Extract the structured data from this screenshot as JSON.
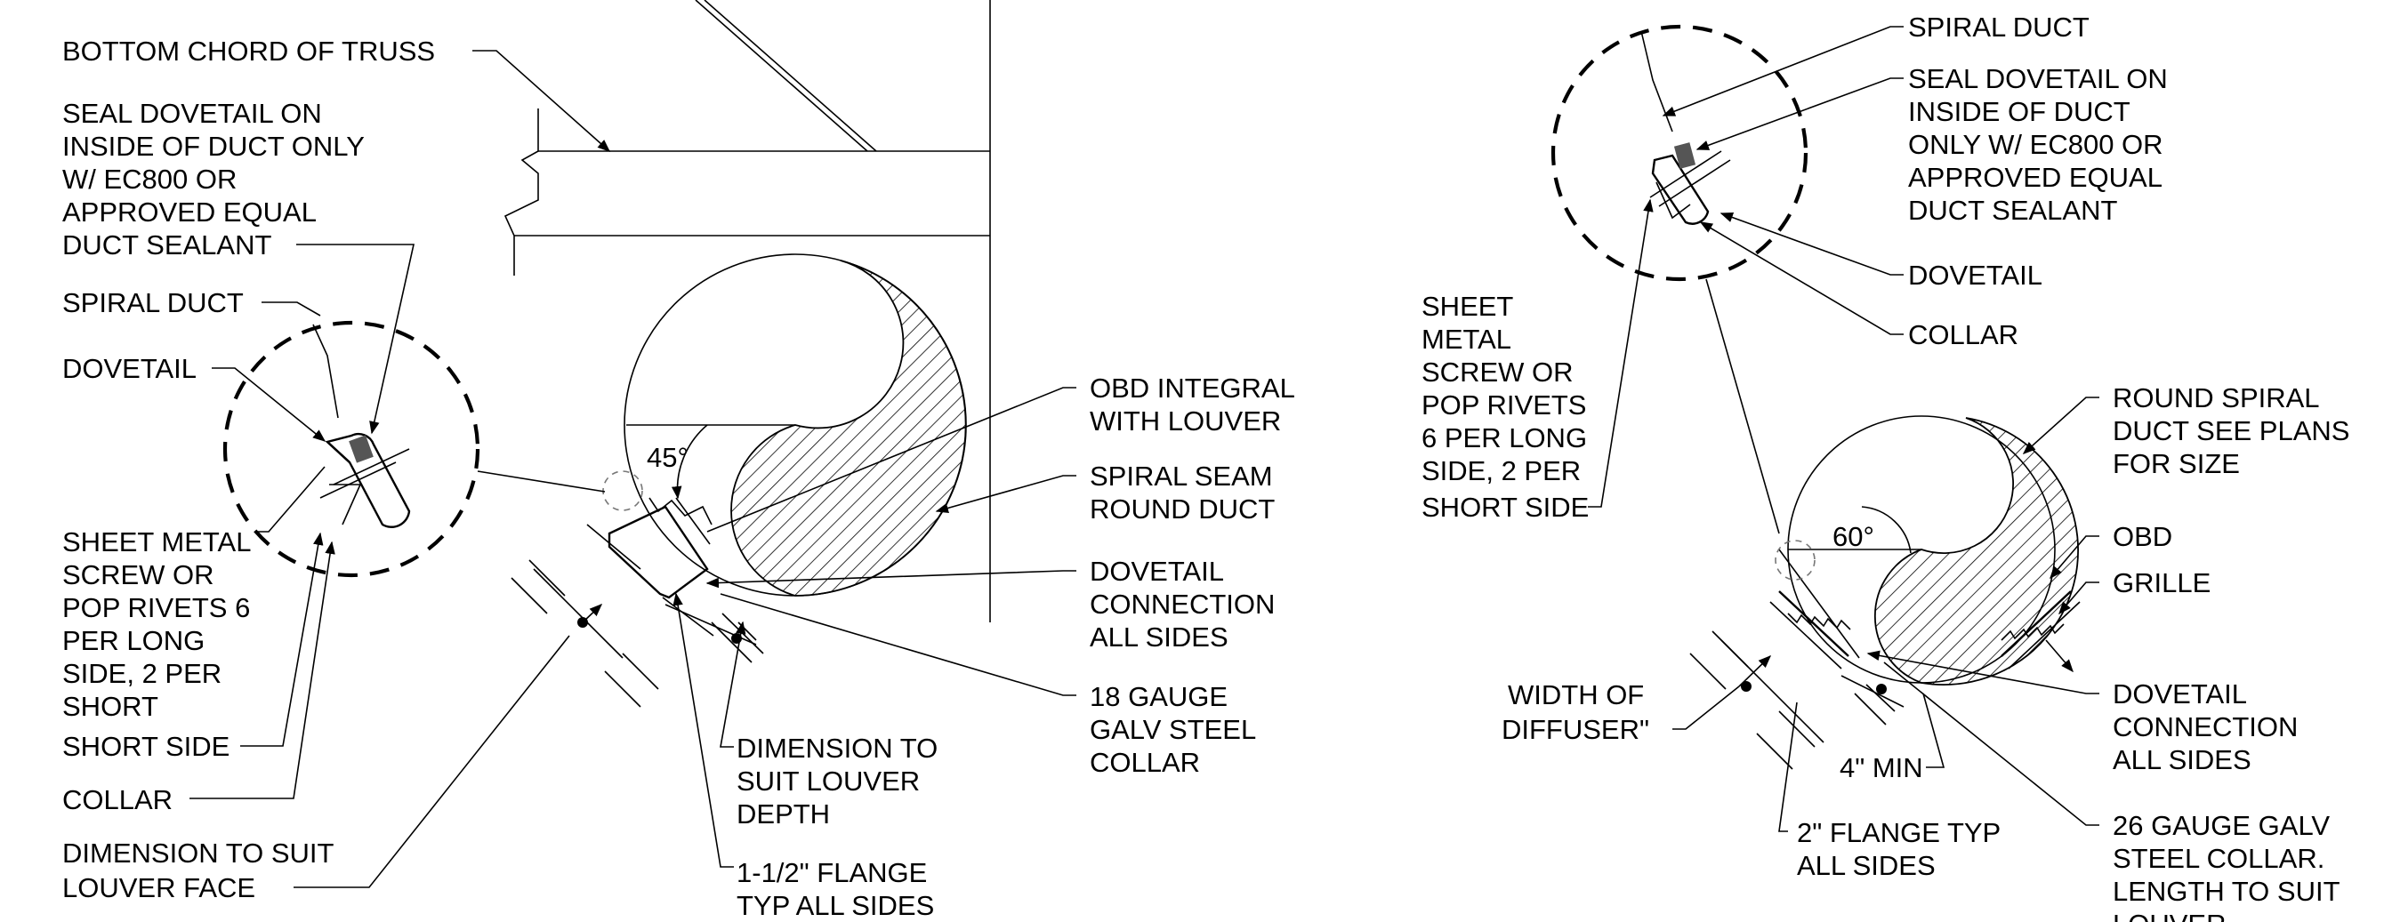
{
  "left_detail": {
    "label_bottom_chord": "BOTTOM CHORD OF TRUSS",
    "label_seal": [
      "SEAL DOVETAIL ON",
      "INSIDE OF DUCT ONLY",
      "W/ EC800 OR",
      "APPROVED EQUAL",
      "DUCT SEALANT"
    ],
    "label_spiral_duct": "SPIRAL DUCT",
    "label_dovetail": "DOVETAIL",
    "label_sheet_metal": [
      "SHEET METAL",
      "SCREW OR",
      "POP RIVETS 6",
      "PER LONG",
      "SIDE, 2 PER",
      "SHORT",
      "SHORT SIDE"
    ],
    "label_collar": "COLLAR",
    "label_dim_face": [
      "DIMENSION TO SUIT",
      "LOUVER FACE"
    ],
    "label_angle": "45°",
    "label_obd": [
      "OBD INTEGRAL",
      "WITH LOUVER"
    ],
    "label_spiral_seam": [
      "SPIRAL SEAM",
      "ROUND DUCT"
    ],
    "label_dovetail_conn": [
      "DOVETAIL",
      "CONNECTION",
      "ALL SIDES"
    ],
    "label_gauge": [
      "18 GAUGE",
      "GALV  STEEL",
      "COLLAR"
    ],
    "label_dim_depth": [
      "DIMENSION TO",
      "SUIT LOUVER",
      "DEPTH"
    ],
    "label_flange": [
      "1-1/2\" FLANGE",
      "TYP ALL SIDES"
    ]
  },
  "right_detail": {
    "label_spiral_duct": "SPIRAL DUCT",
    "label_seal": [
      "SEAL DOVETAIL ON",
      "INSIDE OF DUCT",
      "ONLY W/ EC800 OR",
      "APPROVED EQUAL",
      "DUCT SEALANT"
    ],
    "label_dovetail": "DOVETAIL",
    "label_collar": "COLLAR",
    "label_sheet_metal": [
      "SHEET",
      "METAL",
      "SCREW OR",
      "POP RIVETS",
      "6 PER LONG",
      "SIDE, 2 PER",
      "SHORT SIDE"
    ],
    "label_round_spiral": [
      "ROUND SPIRAL",
      "DUCT SEE PLANS",
      "FOR SIZE"
    ],
    "label_angle": "60°",
    "label_obd": "OBD",
    "label_grille": "GRILLE",
    "label_width": [
      "WIDTH OF",
      "DIFFUSER\""
    ],
    "label_dovetail_conn": [
      "DOVETAIL",
      "CONNECTION",
      "ALL SIDES"
    ],
    "label_min": "4\" MIN",
    "label_flange": [
      "2\" FLANGE TYP",
      "ALL SIDES"
    ],
    "label_gauge": [
      "26 GAUGE GALV",
      "STEEL COLLAR.",
      "LENGTH TO SUIT",
      "LOUVER"
    ]
  }
}
